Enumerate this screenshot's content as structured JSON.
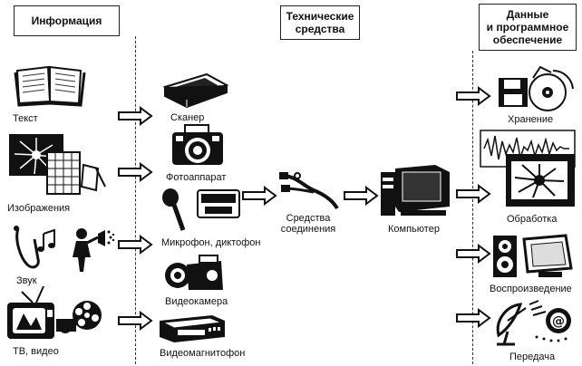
{
  "headers": {
    "information": "Информация",
    "technical_means": "Технические\nсредства",
    "data_software": "Данные\nи программное\nобеспечение"
  },
  "information_items": {
    "text": "Текст",
    "images": "Изображения",
    "sound": "Звук",
    "tv_video": "ТВ, видео"
  },
  "devices": {
    "scanner": "Сканер",
    "camera": "Фотоаппарат",
    "microphone": "Микрофон, диктофон",
    "videocamera": "Видеокамера",
    "vcr": "Видеомагнитофон"
  },
  "connection": "Средства\nсоединения",
  "computer": "Компьютер",
  "operations": {
    "storage": "Хранение",
    "processing": "Обработка",
    "playback": "Воспроизведение",
    "transmission": "Передача"
  }
}
